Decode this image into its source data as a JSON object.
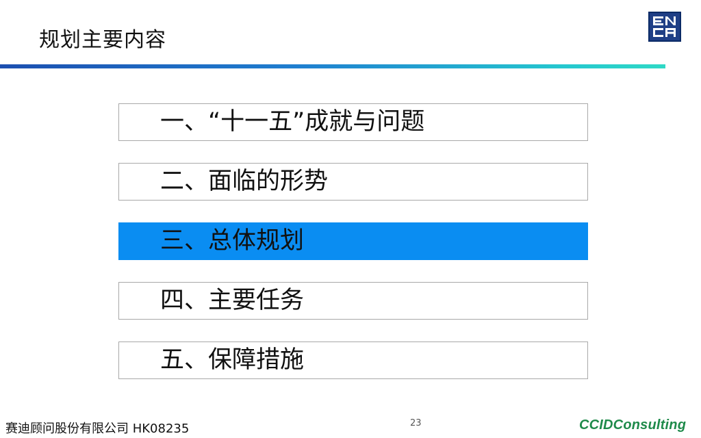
{
  "header": {
    "title": "规划主要内容",
    "logo_text_top": "EN",
    "logo_text_bottom": "CA"
  },
  "menu": {
    "items": [
      {
        "label": "一、“十一五”成就与问题",
        "active": false
      },
      {
        "label": "二、面临的形势",
        "active": false
      },
      {
        "label": "三、总体规划",
        "active": true
      },
      {
        "label": "四、主要任务",
        "active": false
      },
      {
        "label": "五、保障措施",
        "active": false
      }
    ]
  },
  "footer": {
    "company": "赛迪顾问股份有限公司 HK08235",
    "page_number": "23",
    "brand": "CCIDConsulting"
  },
  "colors": {
    "active_item": "#0a8df2",
    "logo_bg": "#1f3f86",
    "brand_green": "#1e8a4a"
  }
}
